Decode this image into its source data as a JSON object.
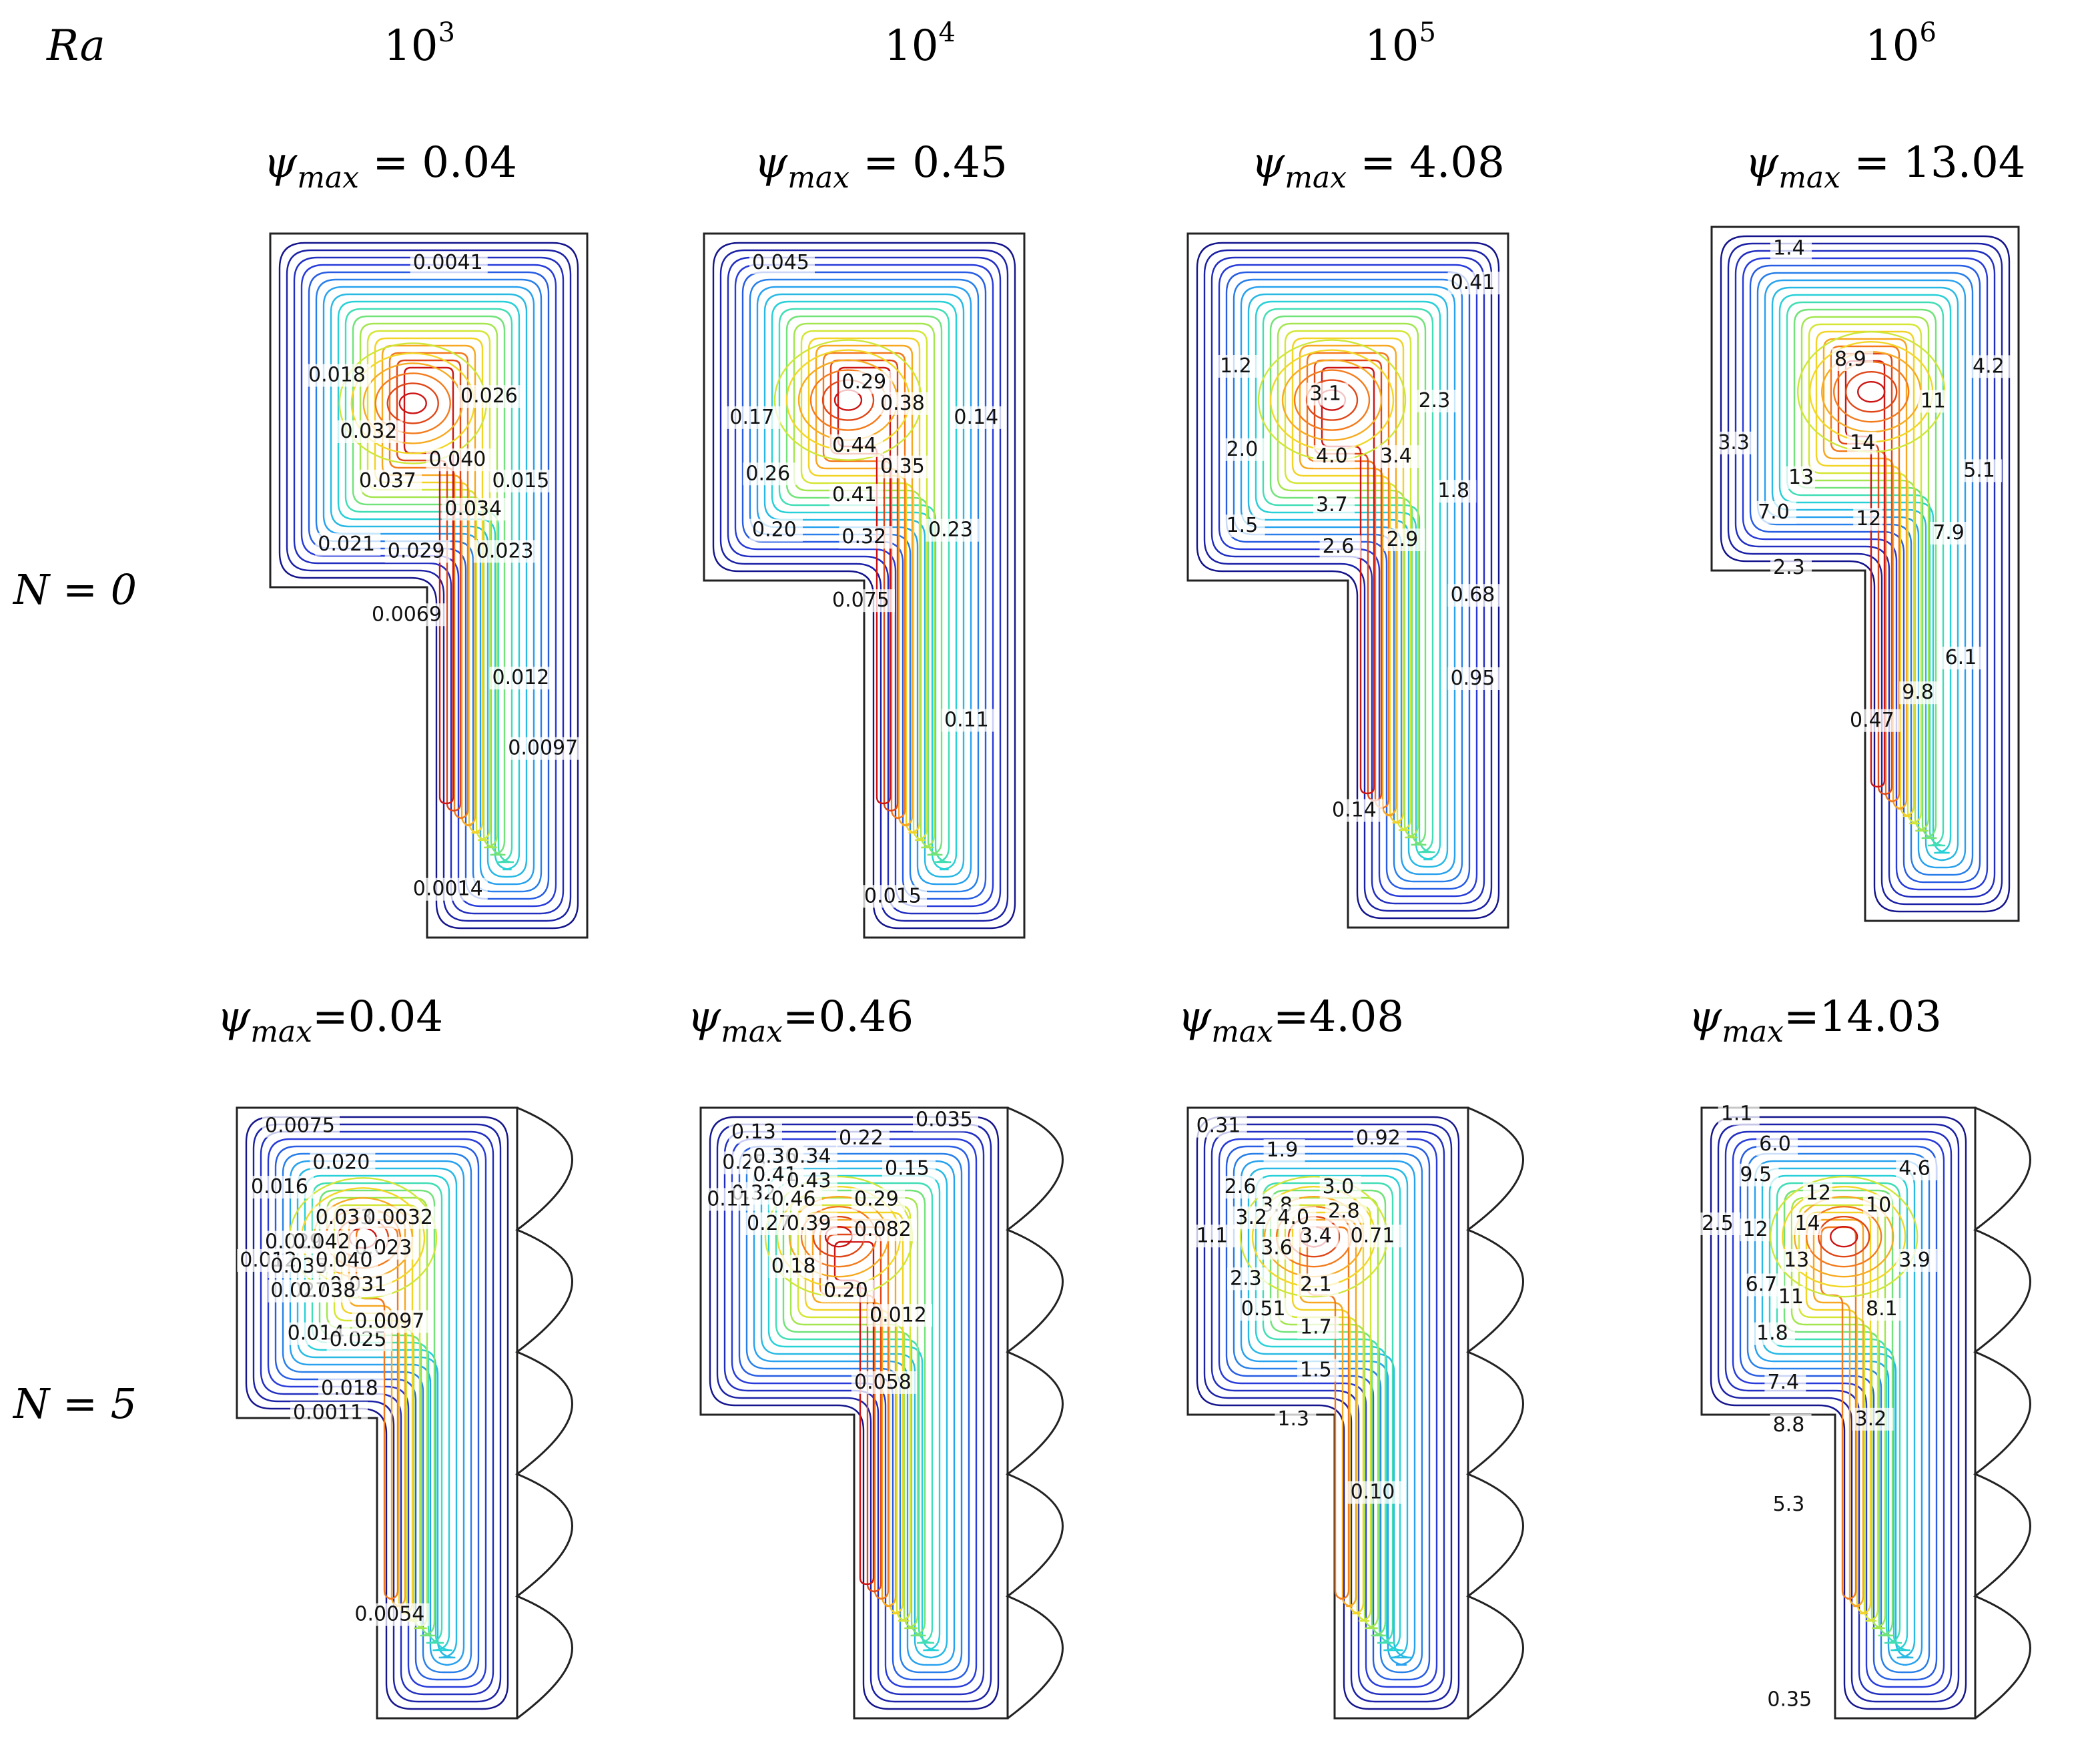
{
  "row_header": {
    "symbol": "Ra"
  },
  "columns": [
    {
      "exponent_base": "10",
      "exponent": "3"
    },
    {
      "exponent_base": "10",
      "exponent": "4"
    },
    {
      "exponent_base": "10",
      "exponent": "5"
    },
    {
      "exponent_base": "10",
      "exponent": "6"
    }
  ],
  "psi_symbol": "ψ",
  "psi_subscript": "max",
  "rows": [
    {
      "label": "N = 0",
      "psi_texts": [
        " = 0.04",
        " = 0.45",
        " = 4.08",
        " = 13.04"
      ],
      "panels": [
        {
          "labels": [
            "0.0041",
            "0.018",
            "0.026",
            "0.032",
            "0.040",
            "0.037",
            "0.015",
            "0.034",
            "0.021",
            "0.029",
            "0.023",
            "0.0069",
            "0.012",
            "0.0097",
            "0.0014"
          ]
        },
        {
          "labels": [
            "0.045",
            "0.29",
            "0.17",
            "0.38",
            "0.14",
            "0.26",
            "0.44",
            "0.35",
            "0.41",
            "0.20",
            "0.32",
            "0.23",
            "0.075",
            "0.11",
            "0.015"
          ]
        },
        {
          "labels": [
            "0.41",
            "1.2",
            "3.1",
            "2.3",
            "2.0",
            "4.0",
            "3.4",
            "1.8",
            "3.7",
            "1.5",
            "2.6",
            "2.9",
            "0.68",
            "0.95",
            "0.14"
          ]
        },
        {
          "labels": [
            "1.4",
            "8.9",
            "4.2",
            "11",
            "3.3",
            "14",
            "5.1",
            "13",
            "7.0",
            "12",
            "7.9",
            "2.3",
            "6.1",
            "9.8",
            "0.47"
          ]
        }
      ]
    },
    {
      "label": "N = 5",
      "psi_texts": [
        "=0.04",
        "=0.46",
        "=4.08",
        "=14.03"
      ],
      "panels": [
        {
          "labels": [
            "0.0075",
            "0.020",
            "0.016",
            "0.033",
            "0.0032",
            "0.029",
            "0.042",
            "0.023",
            "0.012",
            "0.035",
            "0.040",
            "0.031",
            "0.027",
            "0.038",
            "0.014",
            "0.025",
            "0.0097",
            "0.018",
            "0.0011",
            "0.0054"
          ]
        },
        {
          "labels": [
            "0.035",
            "0.13",
            "0.22",
            "0.25",
            "0.36",
            "0.34",
            "0.15",
            "0.41",
            "0.43",
            "0.32",
            "0.46",
            "0.29",
            "0.11",
            "0.27",
            "0.39",
            "0.082",
            "0.18",
            "0.20",
            "0.012",
            "0.058"
          ]
        },
        {
          "labels": [
            "0.31",
            "1.9",
            "0.92",
            "2.6",
            "3.0",
            "3.8",
            "2.8",
            "3.2",
            "4.0",
            "3.4",
            "1.1",
            "3.6",
            "0.71",
            "2.3",
            "2.1",
            "0.51",
            "1.7",
            "1.5",
            "1.3",
            "0.10"
          ]
        },
        {
          "labels": [
            "1.1",
            "6.0",
            "9.5",
            "4.6",
            "12",
            "10",
            "2.5",
            "14",
            "12",
            "13",
            "3.9",
            "6.7",
            "11",
            "8.1",
            "1.8",
            "7.4",
            "8.8",
            "3.2",
            "5.3",
            "0.35"
          ]
        }
      ]
    }
  ]
}
